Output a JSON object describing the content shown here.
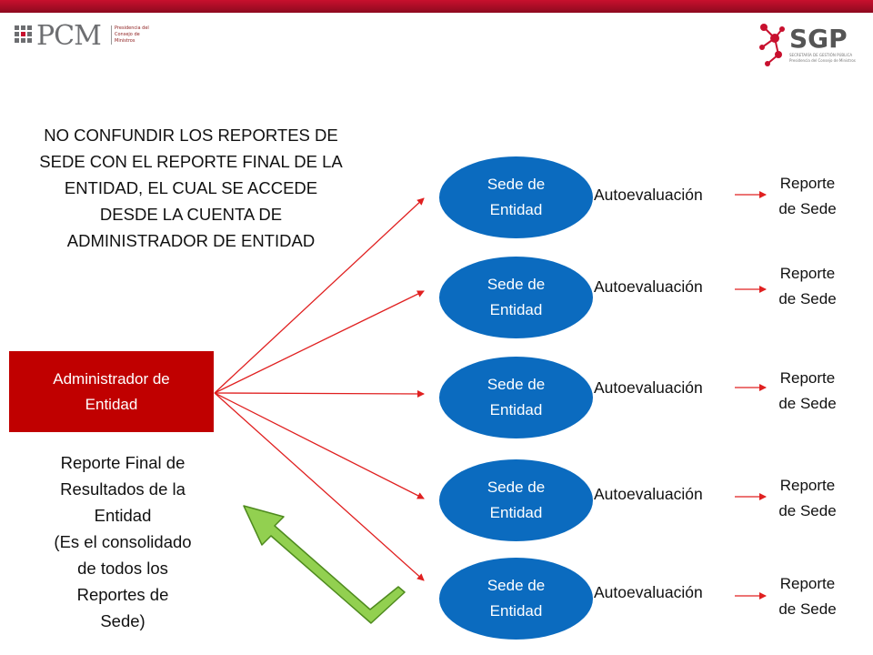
{
  "logos": {
    "pcm": {
      "name": "PCM",
      "subtitle": "Presidencia del Consejo de Ministros"
    },
    "sgp": {
      "name": "SGP",
      "subtitle": "SECRETARÍA DE GESTIÓN PÚBLICA Presidencia del Consejo de Ministros"
    }
  },
  "note": {
    "lines": [
      "NO CONFUNDIR LOS REPORTES DE",
      "SEDE CON EL REPORTE FINAL DE LA",
      "ENTIDAD, EL CUAL SE ACCEDE",
      "DESDE LA CUENTA DE",
      "ADMINISTRADOR DE ENTIDAD"
    ]
  },
  "admin": {
    "lines": [
      "Administrador de",
      "Entidad"
    ]
  },
  "final_report": {
    "lines": [
      "Reporte Final de",
      "Resultados de la",
      "Entidad",
      "(Es el consolidado",
      "de todos los",
      "Reportes de",
      "Sede)"
    ]
  },
  "sedes": [
    {
      "lines": [
        "Sede de",
        "Entidad"
      ],
      "process": "Autoevaluación",
      "output": [
        "Reporte",
        "de Sede"
      ]
    },
    {
      "lines": [
        "Sede de",
        "Entidad"
      ],
      "process": "Autoevaluación",
      "output": [
        "Reporte",
        "de Sede"
      ]
    },
    {
      "lines": [
        "Sede de",
        "Entidad"
      ],
      "process": "Autoevaluación",
      "output": [
        "Reporte",
        "de Sede"
      ]
    },
    {
      "lines": [
        "Sede de",
        "Entidad"
      ],
      "process": "Autoevaluación",
      "output": [
        "Reporte",
        "de Sede"
      ]
    },
    {
      "lines": [
        "Sede de",
        "Entidad"
      ],
      "process": "Autoevaluación",
      "output": [
        "Reporte",
        "de Sede"
      ]
    }
  ],
  "colors": {
    "brand_red": "#c00000",
    "sede_blue": "#0b6bbf",
    "arrow_red": "#e02020",
    "return_arrow_green": "#92d050"
  }
}
